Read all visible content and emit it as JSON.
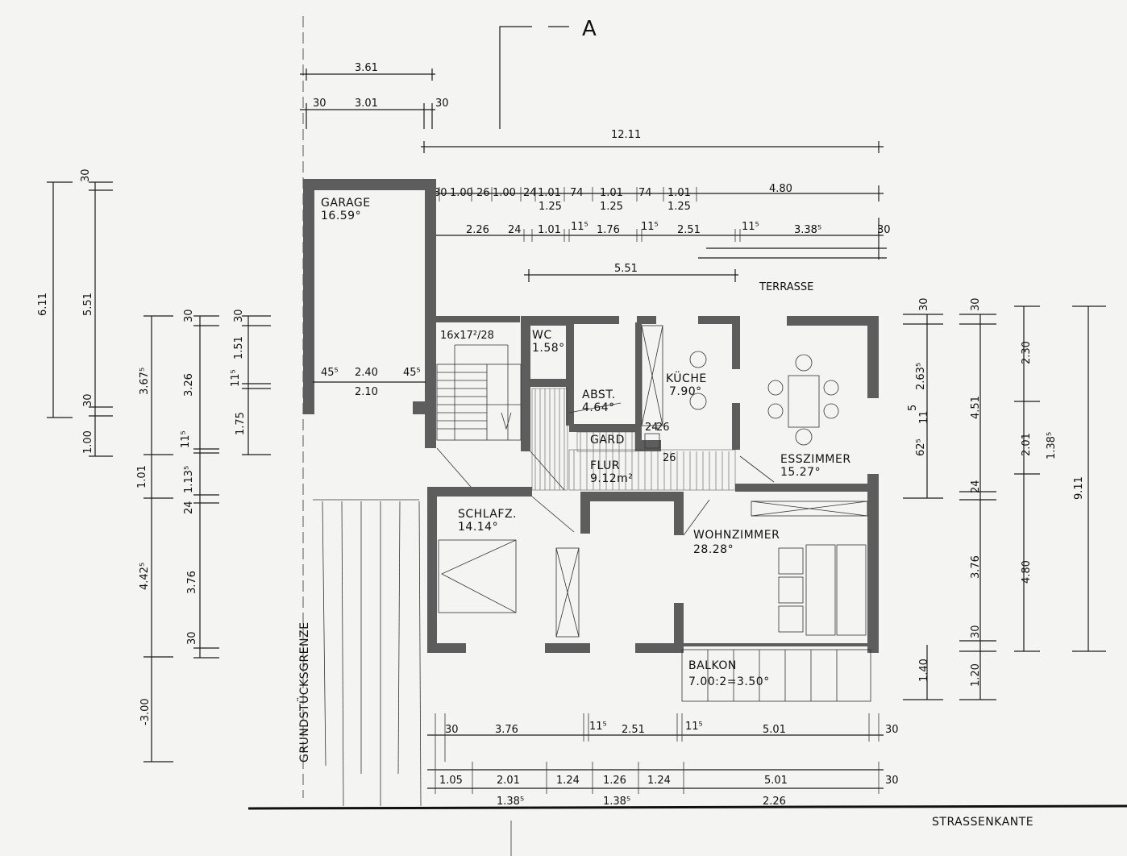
{
  "section_marker": "A",
  "rooms": {
    "garage": {
      "name": "GARAGE",
      "area": "16.59°"
    },
    "stair": {
      "label": "16x17²/28"
    },
    "wc": {
      "name": "WC",
      "area": "1.58°"
    },
    "abst": {
      "name": "ABST.",
      "area": "4.64°"
    },
    "kueche": {
      "name": "KÜCHE",
      "area": "7.90°"
    },
    "esszimmer": {
      "name": "ESSZIMMER",
      "area": "15.27°"
    },
    "gard": {
      "name": "GARD"
    },
    "flur": {
      "name": "FLUR",
      "area": "9.12m²"
    },
    "schlafz": {
      "name": "SCHLAFZ.",
      "area": "14.14°"
    },
    "wohnzimmer": {
      "name": "WOHNZIMMER",
      "area": "28.28°"
    },
    "balkon": {
      "name": "BALKON",
      "area": "7.00:2=3.50°"
    }
  },
  "labels": {
    "terrasse": "TERRASSE",
    "grenze": "GRUNDSTÜCKSGRENZE",
    "strasse": "STRASSENKANTE"
  },
  "dims_top": {
    "d361": "3.61",
    "d30a": "30",
    "d301": "3.01",
    "d30b": "30",
    "d1211": "12.11",
    "row1": [
      "30",
      "1.00",
      "26",
      "1.00",
      "24",
      "1.01",
      "74",
      "1.01",
      "74",
      "1.01",
      "4.80"
    ],
    "row1b": [
      "1.25",
      "1.25",
      "1.25"
    ],
    "row2": [
      "2.26",
      "24",
      "1.01",
      "11⁵",
      "1.76",
      "11⁵",
      "2.51",
      "11⁵",
      "3.38⁵",
      "30"
    ],
    "d551": "5.51"
  },
  "dims_garage": {
    "a": "45⁵",
    "b": "2.40",
    "c": "45⁵",
    "d": "2.10"
  },
  "dims_left": {
    "d611": "6.11",
    "d551": "5.51",
    "d30": "30",
    "d30b": "30",
    "d100": "1.00",
    "d3675": "3.67⁵",
    "d30c": "30",
    "d326": "3.26",
    "d115a": "11⁵",
    "d30d": "30",
    "d151": "1.51",
    "d115b": "11⁵",
    "d175": "1.75",
    "d101": "1.01",
    "d1135": "1.13⁵",
    "d24": "24",
    "d4425": "4.42⁵",
    "d376": "3.76",
    "d30e": "30",
    "d300": "-3.00"
  },
  "dims_right": {
    "d30a": "30",
    "d2635": "2.63⁵",
    "d11": "11",
    "d5": "5",
    "d625": "62⁵",
    "d30b": "30",
    "d230": "2.30",
    "d451": "4.51",
    "d201": "2.01",
    "d1385": "1.38⁵",
    "d24": "24",
    "d376": "3.76",
    "d480": "4.80",
    "d911": "9.11",
    "d30c": "30",
    "d140": "1.40",
    "d120": "1.20"
  },
  "dims_bottom": {
    "row1": [
      "30",
      "3.76",
      "11⁵",
      "2.51",
      "11⁵",
      "5.01",
      "30"
    ],
    "row2": [
      "1.05",
      "2.01",
      "1.24",
      "1.26",
      "1.24",
      "5.01",
      "30"
    ],
    "row3": [
      "1.38⁵",
      "1.38⁵",
      "2.26"
    ]
  },
  "small_dims": {
    "a": "24",
    "b": "26",
    "c": "26"
  }
}
